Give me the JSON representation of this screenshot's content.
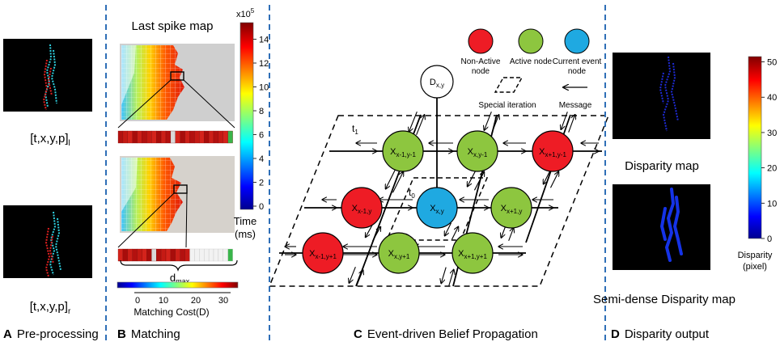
{
  "panelA": {
    "letter": "A",
    "title": "Pre-processing",
    "left_caption": "[t,x,y,p]",
    "left_sub": "l",
    "right_caption": "[t,x,y,p]",
    "right_sub": "r"
  },
  "panelB": {
    "letter": "B",
    "title": "Matching",
    "heading": "Last spike map",
    "colorbar_exp": "x10",
    "colorbar_exp_sup": "5",
    "colorbar_ticks": [
      "14",
      "12",
      "10",
      "8",
      "6",
      "4",
      "2",
      "0"
    ],
    "time_label": "Time",
    "time_unit": "(ms)",
    "dmax": "d",
    "dmax_sub": "max",
    "cost_ticks": [
      "0",
      "10",
      "20",
      "30"
    ],
    "cost_label": "Matching Cost(D)"
  },
  "panelC": {
    "letter": "C",
    "title": "Event-driven Belief Propagation",
    "legend": {
      "non_active": [
        "Non-Active",
        "node"
      ],
      "active": "Active node",
      "current": [
        "Current event",
        "node"
      ],
      "special": "Special iteration",
      "message": "Message"
    },
    "d_node": "D",
    "d_sub": "x,y",
    "t1": "t",
    "t1_sub": "1",
    "t0": "t",
    "t0_sub": "0",
    "nodes": [
      {
        "base": "X",
        "sub": "x-1,y-1",
        "kind": "active"
      },
      {
        "base": "X",
        "sub": "x,y-1",
        "kind": "active"
      },
      {
        "base": "X",
        "sub": "x+1,y-1",
        "kind": "non_active"
      },
      {
        "base": "X",
        "sub": "x-1,y",
        "kind": "non_active"
      },
      {
        "base": "X",
        "sub": "x,y",
        "kind": "current"
      },
      {
        "base": "X",
        "sub": "x+1,y",
        "kind": "active"
      },
      {
        "base": "X",
        "sub": "x-1,y+1",
        "kind": "non_active"
      },
      {
        "base": "X",
        "sub": "x,y+1",
        "kind": "active"
      },
      {
        "base": "X",
        "sub": "x+1,y+1",
        "kind": "active"
      }
    ]
  },
  "panelD": {
    "letter": "D",
    "title": "Disparity output",
    "map_caption": "Disparity map",
    "semi_caption": "Semi-dense Disparity map",
    "colorbar_ticks": [
      "50",
      "40",
      "30",
      "20",
      "10",
      "0"
    ],
    "unit_line1": "Disparity",
    "unit_line2": "(pixel)"
  },
  "colors": {
    "non_active": "#ee1c25",
    "active": "#8dc63f",
    "current": "#1fa9e1",
    "divider": "#2f6fb7"
  }
}
